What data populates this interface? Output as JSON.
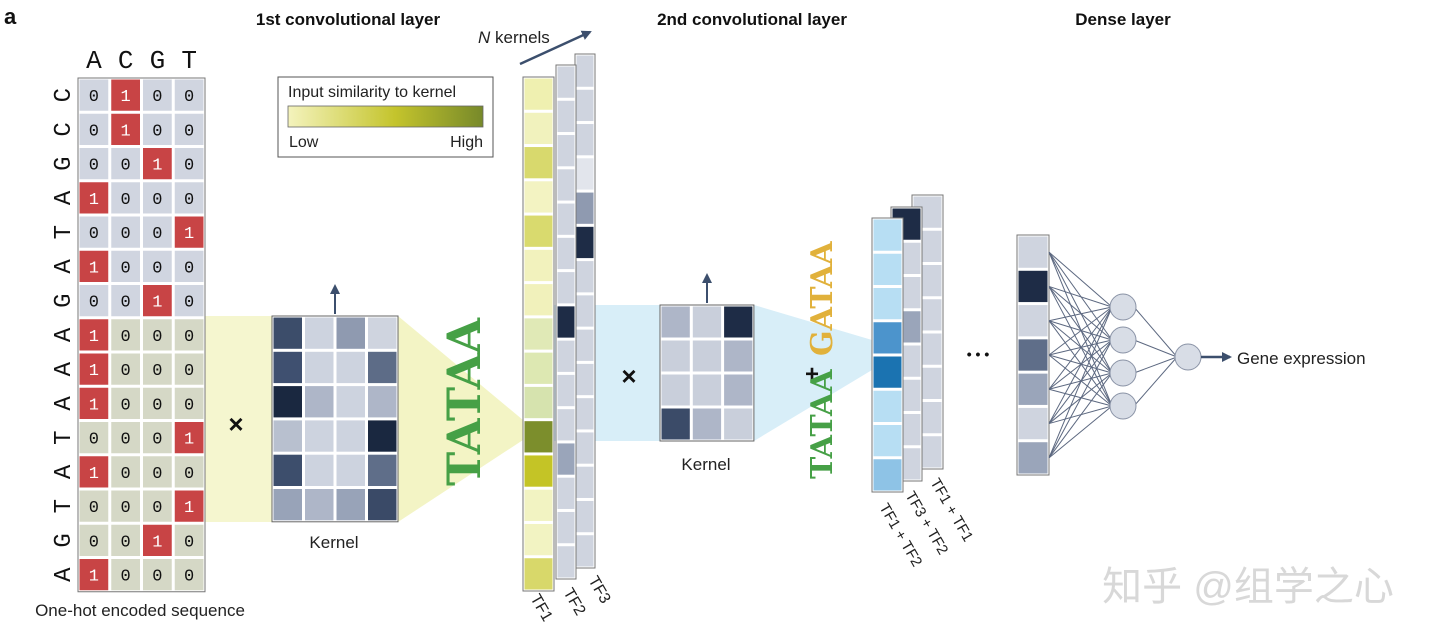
{
  "panel_label": "a",
  "section_titles": {
    "conv1": "1st convolutional layer",
    "conv2": "2nd convolutional layer",
    "dense": "Dense layer"
  },
  "n_kernels": {
    "italic": "N",
    "rest": " kernels"
  },
  "legend": {
    "title": "Input similarity to kernel",
    "low": "Low",
    "high": "High",
    "colors": [
      "#f4f3bd",
      "#c4c42c",
      "#77892a"
    ]
  },
  "bases": [
    "A",
    "C",
    "G",
    "T"
  ],
  "sequence": [
    "C",
    "C",
    "G",
    "A",
    "T",
    "A",
    "G",
    "A",
    "A",
    "A",
    "T",
    "A",
    "T",
    "G",
    "A"
  ],
  "onehot_caption": "One-hot encoded sequence",
  "kernel_caption_1": "Kernel",
  "kernel_caption_2": "Kernel",
  "multiply_symbol": "×",
  "plus_symbol": "+",
  "logo_tata": "TATAA",
  "logo_gata": "GATAA",
  "tf_labels": [
    "TF1",
    "TF2",
    "TF3"
  ],
  "combo_labels": [
    "TF1 + TF2",
    "TF3 + TF2",
    "TF1 + TF1"
  ],
  "ellipsis": "• • •",
  "output_label": "Gene expression",
  "watermark": "知乎 @组学之心",
  "colors": {
    "hot": "#c84445",
    "cell": "#d0d5e0",
    "grid_border": "#7b7b7b",
    "dark_navy": "#1e2c46",
    "highlight_yellow": "#f5f6cf",
    "highlight_blue": "#d8eef8",
    "node": "#d8dde6",
    "arrow": "#3c4f6d"
  }
}
